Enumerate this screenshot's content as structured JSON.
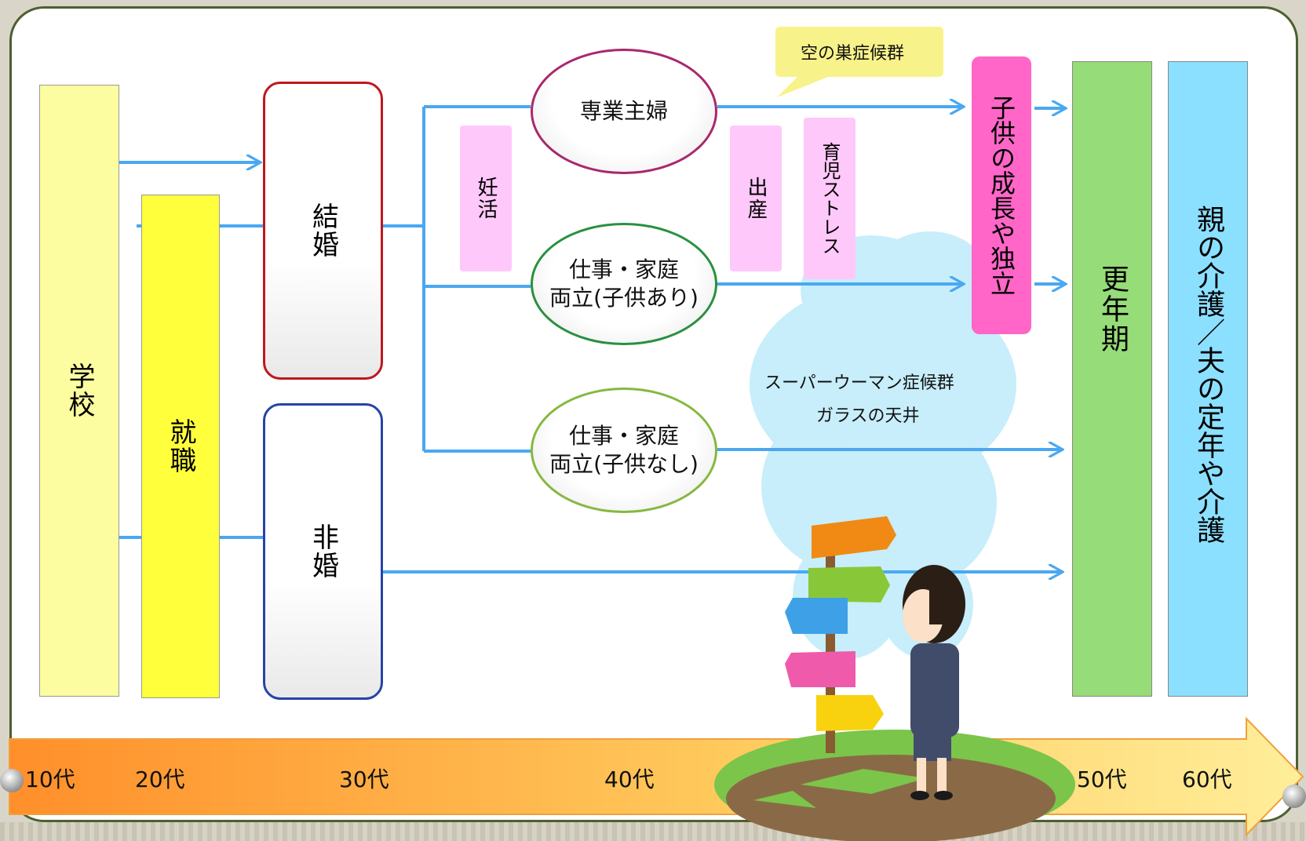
{
  "stages": {
    "school": "学校",
    "employment": "就職",
    "marriage": "結婚",
    "unmarried": "非婚",
    "fertility": "妊活",
    "birth": "出産",
    "childcare_stress": "育児ストレス",
    "children_grow": "子供の成長や独立",
    "menopause": "更年期",
    "parents_care": "親の介護／夫の定年や介護"
  },
  "paths": {
    "housewife": "専業主婦",
    "work_family_kids": [
      "仕事・家庭",
      "両立(子供あり)"
    ],
    "work_family_nokids": [
      "仕事・家庭",
      "両立(子供なし)"
    ]
  },
  "notes": {
    "empty_nest": "空の巣症候群",
    "superwoman": "スーパーウーマン症候群",
    "glass_ceiling": "ガラスの天井"
  },
  "timeline": [
    "10代",
    "20代",
    "30代",
    "40代",
    "50代",
    "60代"
  ],
  "colors": {
    "arrow": "#4aa8f0",
    "school": "#fcfca0",
    "employment": "#ffff3c",
    "pink_light": "#ffc8fa",
    "pink_strong": "#ff66c8",
    "menopause": "#96dc78",
    "parents_care": "#8ce0ff",
    "timeline_start": "#ff9030",
    "timeline_end": "#ffe890"
  }
}
